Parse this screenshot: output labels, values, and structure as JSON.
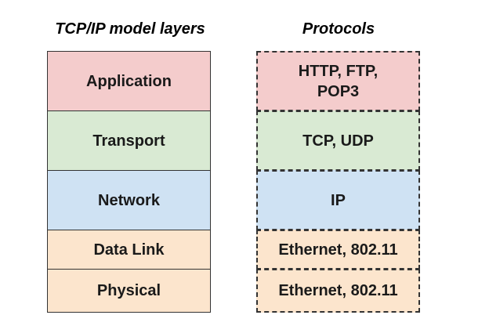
{
  "headings": {
    "layers": "TCP/IP model layers",
    "protocols": "Protocols"
  },
  "layers": [
    {
      "name": "Application",
      "color": "#f4cccc"
    },
    {
      "name": "Transport",
      "color": "#d9ead3"
    },
    {
      "name": "Network",
      "color": "#cfe2f3"
    },
    {
      "name": "Data Link",
      "color": "#fce5cd"
    },
    {
      "name": "Physical",
      "color": "#fce5cd"
    }
  ],
  "protocols": [
    {
      "line1": "HTTP, FTP,",
      "line2": "POP3"
    },
    {
      "line1": "TCP, UDP"
    },
    {
      "line1": "IP"
    },
    {
      "line1": "Ethernet, 802.11"
    },
    {
      "line1": "Ethernet, 802.11"
    }
  ]
}
